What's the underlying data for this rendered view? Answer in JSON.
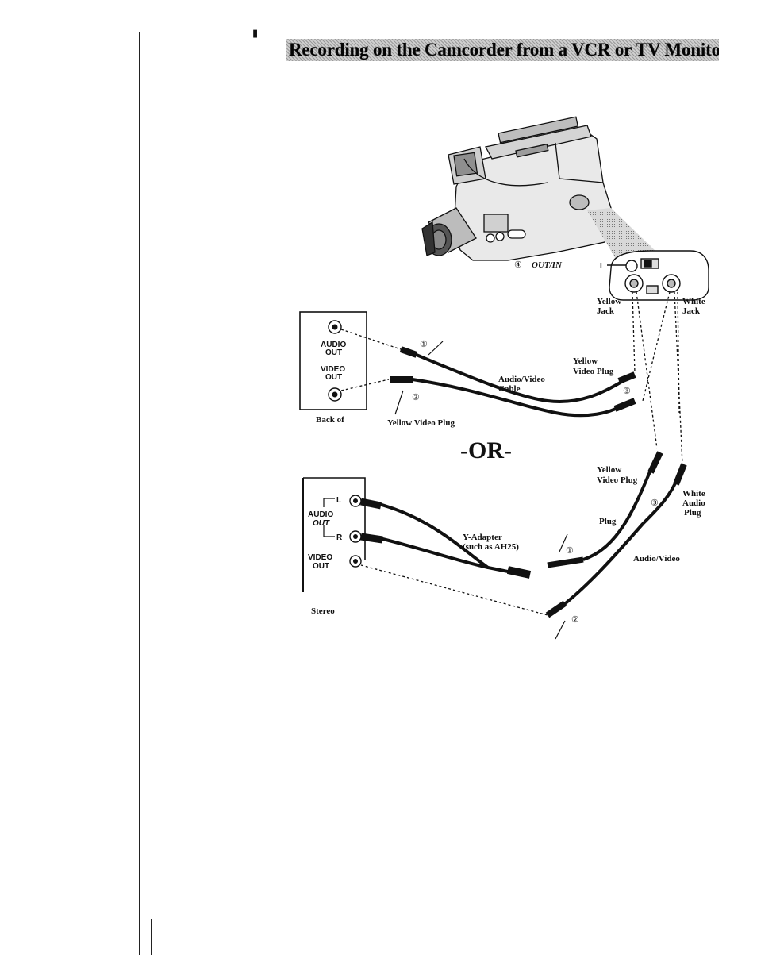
{
  "page": {
    "title": "Recording on the Camcorder from a VCR or TV Monitor",
    "margin_mark": "▮"
  },
  "diagram": {
    "or_separator": "-OR-",
    "camcorder": {
      "step_number": "④",
      "jack_label": "OUT/IN",
      "yellow_jack": "Yellow Jack",
      "white_jack": "White Jack",
      "pointer_mark": "I"
    },
    "top_panel": {
      "audio_out": "AUDIO OUT",
      "video_out": "VIDEO OUT",
      "caption": "Back of",
      "step1": "①",
      "step2": "②",
      "step3": "③",
      "cable_label": "Audio/Video Cable",
      "yellow_video_plug_right": "Yellow Video Plug",
      "yellow_video_plug_bottom": "Yellow Video Plug"
    },
    "bottom_panel": {
      "audio_out": "AUDIO OUT",
      "left_channel": "L",
      "right_channel": "R",
      "video_out": "VIDEO OUT",
      "caption": "Stereo",
      "adapter_label": "Y-Adapter (such as AH25)",
      "step1": "①",
      "step2": "②",
      "step3": "③",
      "yellow_video_plug": "Yellow Video Plug",
      "white_audio_plug": "White Audio Plug",
      "plug_label": "Plug",
      "cable_label": "Audio/Video"
    }
  },
  "colors": {
    "ink": "#111111",
    "title_band": "#bdbdbd",
    "paper": "#ffffff"
  }
}
